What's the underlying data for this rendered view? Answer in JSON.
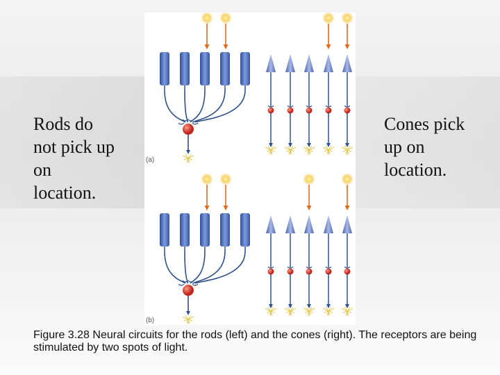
{
  "side_texts": {
    "left": "Rods do not pick up on location.",
    "right": "Cones pick up on location."
  },
  "figure": {
    "panel_a_label": "(a)",
    "panel_b_label": "(b)",
    "caption": "Figure 3.28  Neural circuits for the rods (left) and the cones (right). The receptors are being stimulated by two spots of light."
  },
  "colors": {
    "rod_blue": "#4a6fc0",
    "cone_blue": "#6f86c8",
    "neuron_line": "#2d4f8a",
    "cell_red": "#c0281c",
    "light_orange": "#e06a1e",
    "light_glow": "#f7d26a",
    "dendrite_yellow": "#e3c84f"
  }
}
